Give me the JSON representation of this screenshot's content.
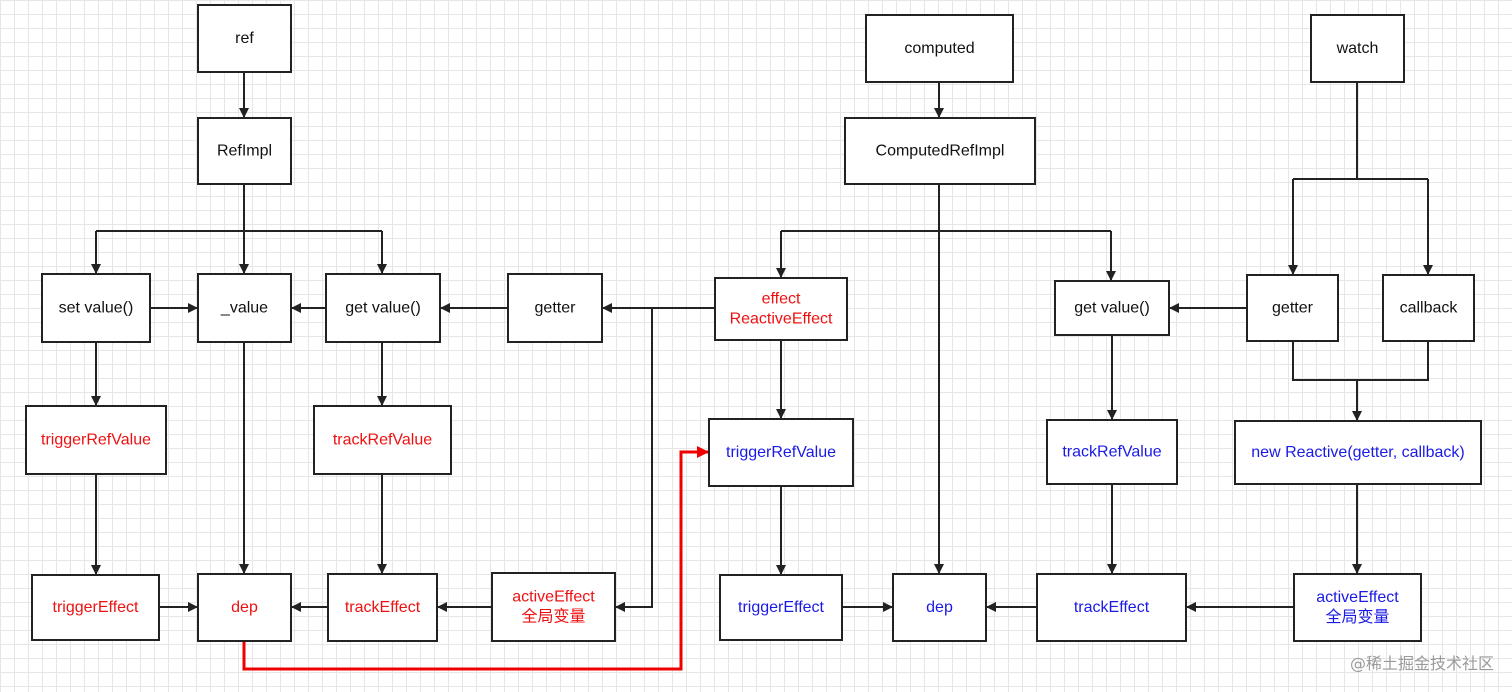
{
  "colors": {
    "black": "#111111",
    "red": "#ee1111",
    "blue": "#1a1ae6"
  },
  "nodes": {
    "ref": {
      "lines": [
        "ref"
      ],
      "color": "black"
    },
    "refimpl": {
      "lines": [
        "RefImpl"
      ],
      "color": "black"
    },
    "set_value": {
      "lines": [
        "set value()"
      ],
      "color": "black"
    },
    "underscore_value": {
      "lines": [
        "_value"
      ],
      "color": "black"
    },
    "get_value_ref": {
      "lines": [
        "get value()"
      ],
      "color": "black"
    },
    "getter_left": {
      "lines": [
        "getter"
      ],
      "color": "black"
    },
    "trigger_ref_value_ref": {
      "lines": [
        "triggerRefValue"
      ],
      "color": "red"
    },
    "track_ref_value_ref": {
      "lines": [
        "trackRefValue"
      ],
      "color": "red"
    },
    "trigger_effect_ref": {
      "lines": [
        "triggerEffect"
      ],
      "color": "red"
    },
    "dep_ref": {
      "lines": [
        "dep"
      ],
      "color": "red"
    },
    "track_effect_ref": {
      "lines": [
        "trackEffect"
      ],
      "color": "red"
    },
    "active_effect_ref": {
      "lines": [
        "activeEffect",
        "全局变量"
      ],
      "color": "red"
    },
    "computed": {
      "lines": [
        "computed"
      ],
      "color": "black"
    },
    "computed_ref_impl": {
      "lines": [
        "ComputedRefImpl"
      ],
      "color": "black"
    },
    "effect_reactive": {
      "lines": [
        "effect",
        "ReactiveEffect"
      ],
      "color": "red"
    },
    "trigger_ref_value_computed": {
      "lines": [
        "triggerRefValue"
      ],
      "color": "blue"
    },
    "trigger_effect_computed": {
      "lines": [
        "triggerEffect"
      ],
      "color": "blue"
    },
    "dep_computed": {
      "lines": [
        "dep"
      ],
      "color": "blue"
    },
    "get_value_computed": {
      "lines": [
        "get value()"
      ],
      "color": "black"
    },
    "track_ref_value_computed": {
      "lines": [
        "trackRefValue"
      ],
      "color": "blue"
    },
    "track_effect_computed": {
      "lines": [
        "trackEffect"
      ],
      "color": "blue"
    },
    "watch": {
      "lines": [
        "watch"
      ],
      "color": "black"
    },
    "getter_right": {
      "lines": [
        "getter"
      ],
      "color": "black"
    },
    "callback": {
      "lines": [
        "callback"
      ],
      "color": "black"
    },
    "new_reactive": {
      "lines": [
        "new Reactive(getter, callback)"
      ],
      "color": "blue"
    },
    "active_effect_watch": {
      "lines": [
        "activeEffect",
        "全局变量"
      ],
      "color": "blue"
    }
  },
  "watermark": "@稀土掘金技术社区"
}
